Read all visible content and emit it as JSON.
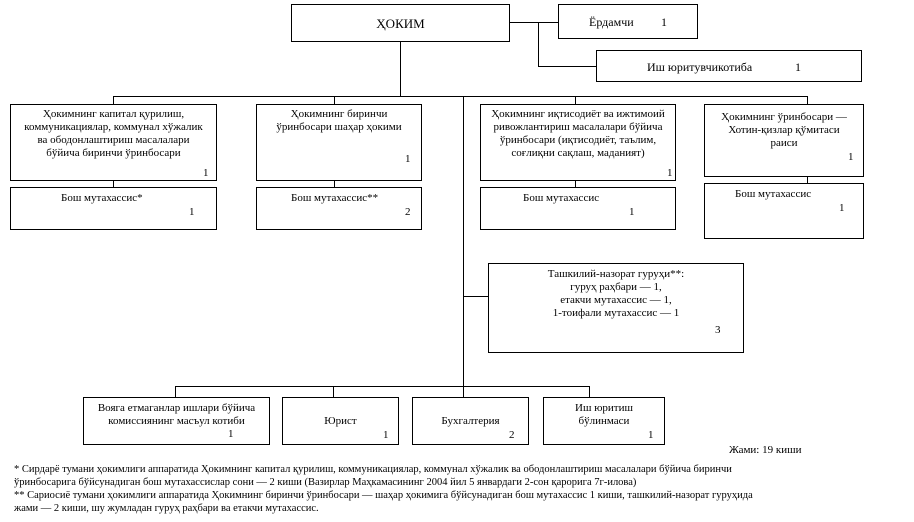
{
  "head": {
    "title": "ҲОКИМ"
  },
  "assistant": {
    "label": "Ёрдамчи",
    "count": "1"
  },
  "clerk": {
    "label": "Иш юритувчикотиба",
    "count": "1"
  },
  "deputies": [
    {
      "title": "Ҳокимнинг капитал қурилиш,\nкоммуникациялар, коммунал хўжалик\nва ободонлаштириш масалалари\nбўйича биринчи ўринбосари",
      "count": "1",
      "sub": {
        "label": "Бош мутахассис*",
        "count": "1"
      }
    },
    {
      "title": "Ҳокимнинг биринчи\nўринбосари шаҳар ҳокими",
      "count": "1",
      "sub": {
        "label": "Бош мутахассис**",
        "count": "2"
      }
    },
    {
      "title": "Ҳокимнинг иқтисодиёт ва ижтимоий\nривожлантириш масалалари бўйича\nўринбосари (иқтисодиёт, таълим,\nсоғлиқни сақлаш, маданият)",
      "count": "1",
      "sub": {
        "label": "Бош мутахассис",
        "count": "1"
      }
    },
    {
      "title": "Ҳокимнинг ўринбосари —\nХотин-қизлар қўмитаси\nраиси",
      "count": "1",
      "sub": {
        "label": "Бош мутахассис",
        "count": "1"
      }
    }
  ],
  "control_group": {
    "text": "Ташкилий-назорат гуруҳи**:\nгуруҳ раҳбари — 1,\nетакчи мутахассис — 1,\n1-тоифали мутахассис — 1",
    "count": "3"
  },
  "bottom": [
    {
      "label": "Вояга етмаганлар ишлари бўйича\nкомиссиянинг масъул котиби",
      "count": "1"
    },
    {
      "label": "Юрист",
      "count": "1"
    },
    {
      "label": "Бухгалтерия",
      "count": "2"
    },
    {
      "label": "Иш юритиш\nбўлинмаси",
      "count": "1"
    }
  ],
  "total": "Жами: 19 киши",
  "footnotes": {
    "one_a": "* Сирдарё тумани ҳокимлиги аппаратида Ҳокимнинг капитал қурилиш, коммуникациялар, коммунал хўжалик ва ободонлаштириш масалалари бўйича биринчи",
    "one_b": "ўринбосарига бўйсунадиган бош мутахассислар сони — 2 киши (Вазирлар Маҳкамасининг 2004 йил 5 январдаги 2-сон қарорига 7г-илова)",
    "two_a": "** Сариосиё тумани ҳокимлиги аппаратида Ҳокимнинг биринчи ўринбосари — шаҳар ҳокимига бўйсунадиган  бош мутахассис 1 киши, ташкилий-назорат гуруҳида",
    "two_b": "жами — 2 киши, шу жумладан гуруҳ раҳбари ва етакчи мутахассис."
  }
}
